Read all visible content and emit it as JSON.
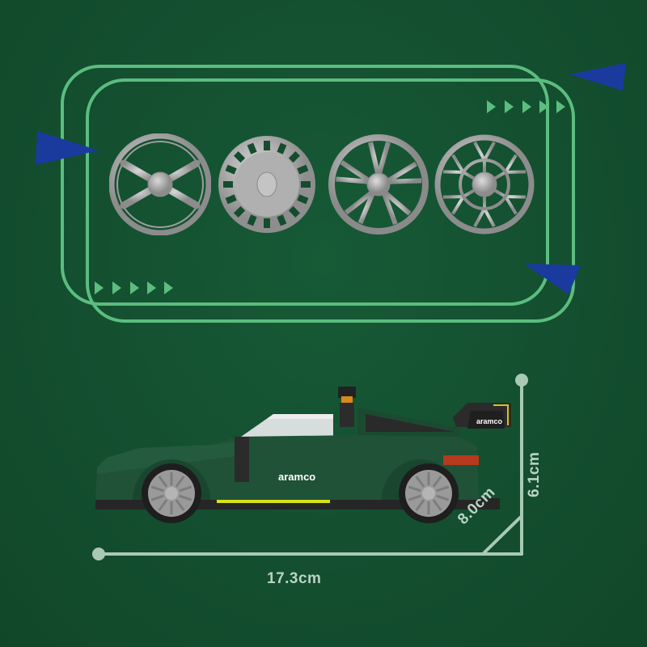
{
  "colors": {
    "background": "#134e2f",
    "track_line": "#5bbd7e",
    "pointer_triangle": "#1a3a9e",
    "dimension_line": "#a9c9b5",
    "car_body": "#1f5236",
    "accent_stripe": "#d7e21a",
    "wheel": "#9a9a9a"
  },
  "wheels_panel": {
    "wheel_styles": [
      {
        "name": "six-spoke"
      },
      {
        "name": "slotted-disc"
      },
      {
        "name": "star-split-spoke"
      },
      {
        "name": "mesh-y-spoke"
      }
    ],
    "chevron_count": 5
  },
  "car": {
    "side_logo": "aramco",
    "spoiler_logo": "aramco"
  },
  "dimensions": {
    "length": "17.3cm",
    "width": "8.0cm",
    "height": "6.1cm"
  }
}
